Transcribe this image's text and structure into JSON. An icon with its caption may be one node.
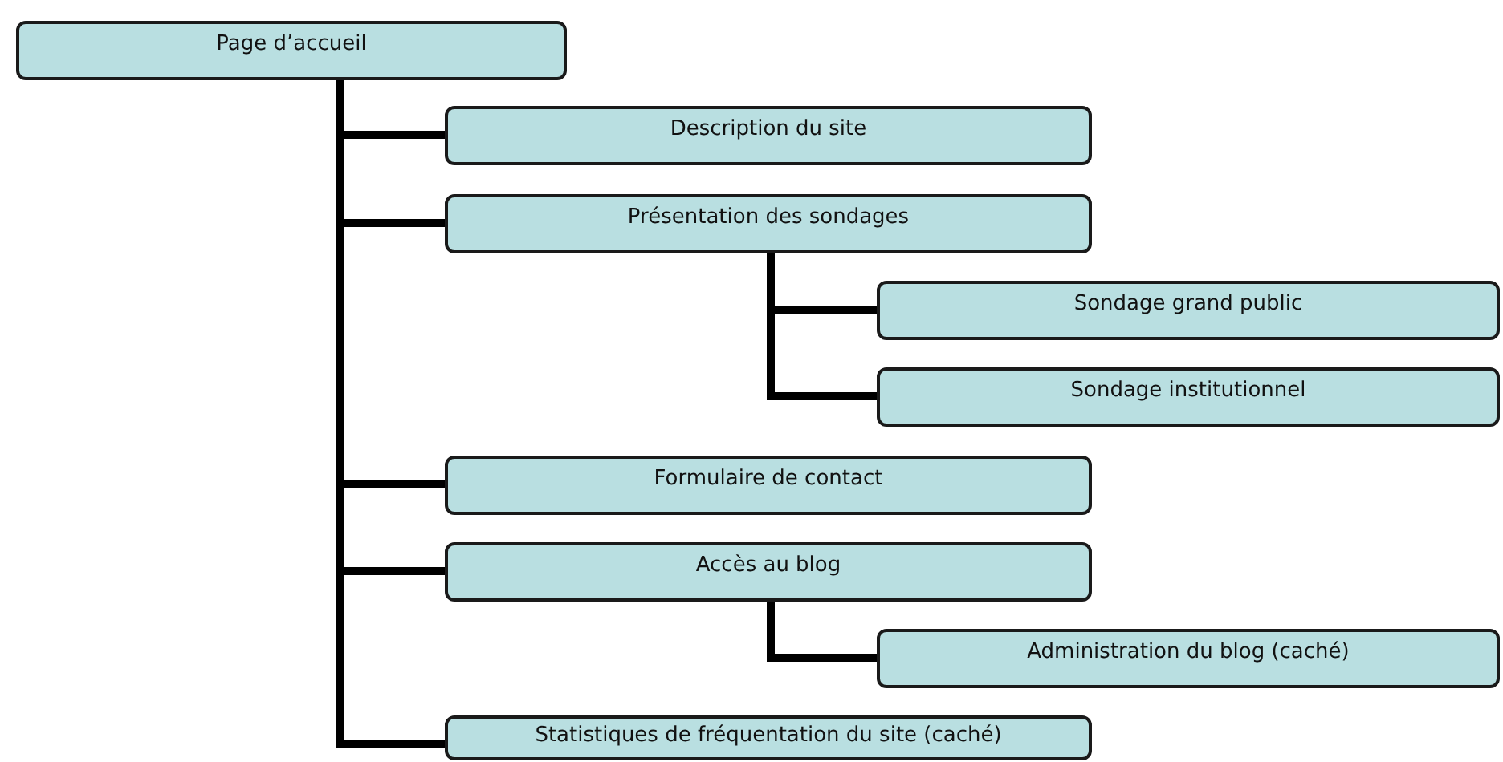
{
  "diagram": {
    "nodes": [
      {
        "text": [
          "Page d’accueil"
        ]
      },
      {
        "text": [
          "Description du site"
        ]
      },
      {
        "text": [
          "Présentation des sondages"
        ]
      },
      {
        "text": [
          "Sondage grand public"
        ]
      },
      {
        "text": [
          "Sondage institutionnel"
        ]
      },
      {
        "text": [
          "Formulaire de contact"
        ]
      },
      {
        "text": [
          "Accès au blog"
        ]
      },
      {
        "text": [
          "Administration du blog (caché)"
        ]
      },
      {
        "text": [
          "Statistiques de fréquentation du site (caché)"
        ]
      }
    ],
    "edges": [
      {
        "from": 0,
        "to": 1,
        "arrow": "none"
      },
      {
        "from": 0,
        "to": 2,
        "arrow": "none"
      },
      {
        "from": 2,
        "to": 3,
        "arrow": "none"
      },
      {
        "from": 2,
        "to": 4,
        "arrow": "none"
      },
      {
        "from": 0,
        "to": 5,
        "arrow": "none"
      },
      {
        "from": 0,
        "to": 6,
        "arrow": "none"
      },
      {
        "from": 6,
        "to": 7,
        "arrow": "none"
      },
      {
        "from": 0,
        "to": 8,
        "arrow": "none"
      }
    ]
  }
}
